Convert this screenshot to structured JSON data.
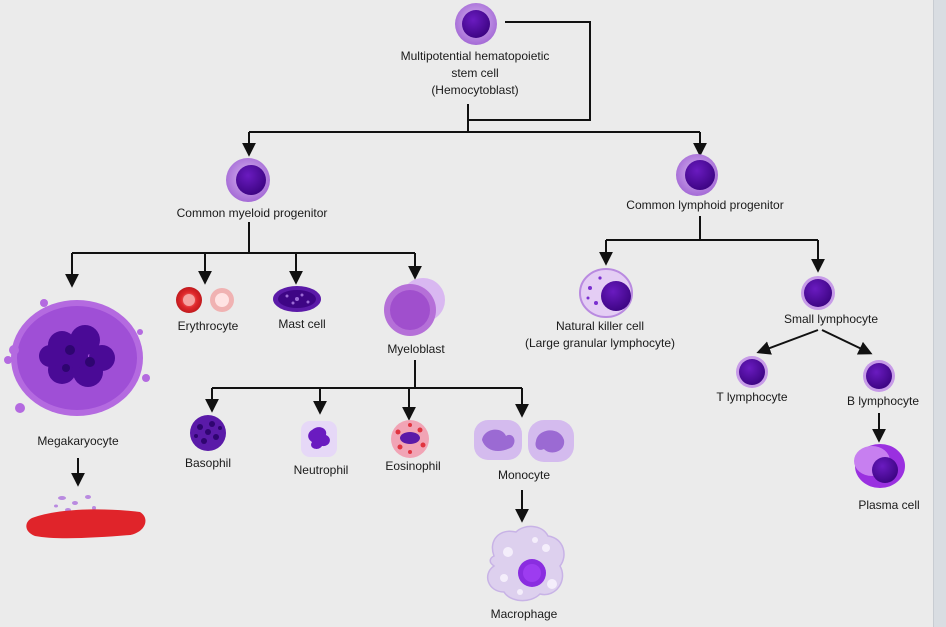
{
  "colors": {
    "nucleus": "#5b0fa8",
    "nucleus_light": "#7a2ed0",
    "cytoplasm": "#c79be8",
    "cytoplasm_light": "#e3cdf5",
    "erythrocyte": "#e0282b",
    "redaction": "#e0242a",
    "connector": "#111111"
  },
  "cells": {
    "stem": {
      "label_lines": [
        "Multipotential hematopoietic",
        "stem cell",
        "(Hemocytoblast)"
      ]
    },
    "myeloid_progenitor": {
      "label": "Common myeloid progenitor"
    },
    "lymphoid_progenitor": {
      "label": "Common lymphoid progenitor"
    },
    "megakaryocyte": {
      "label": "Megakaryocyte"
    },
    "erythrocyte": {
      "label": "Erythrocyte"
    },
    "mast_cell": {
      "label": "Mast cell"
    },
    "myeloblast": {
      "label": "Myeloblast"
    },
    "natural_killer": {
      "label_lines": [
        "Natural killer cell",
        "(Large granular lymphocyte)"
      ]
    },
    "small_lymphocyte": {
      "label": "Small lymphocyte"
    },
    "t_lymphocyte": {
      "label": "T lymphocyte"
    },
    "b_lymphocyte": {
      "label": "B lymphocyte"
    },
    "plasma_cell": {
      "label": "Plasma cell"
    },
    "basophil": {
      "label": "Basophil"
    },
    "neutrophil": {
      "label": "Neutrophil"
    },
    "eosinophil": {
      "label": "Eosinophil"
    },
    "monocyte": {
      "label": "Monocyte"
    },
    "macrophage": {
      "label": "Macrophage"
    }
  }
}
